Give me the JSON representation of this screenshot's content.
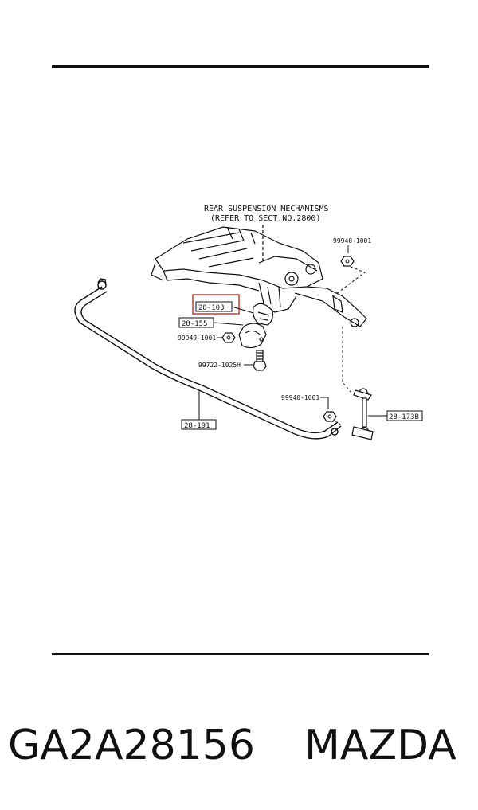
{
  "diagram": {
    "reference_note": {
      "line1": "REAR SUSPENSION MECHANISMS",
      "line2": "(REFER TO SECT.NO.2800)"
    },
    "callouts": {
      "nut_upper_right": "99940-1001",
      "bushing": "28-103",
      "bracket": "28-155",
      "nut_left": "99940-1001",
      "bolt": "99722-1025H",
      "nut_lower": "99940-1001",
      "stabilizer_bar": "28-191",
      "control_link": "28-173B"
    },
    "highlight_color": "#e0403a"
  },
  "caption": {
    "part_number": "GA2A28156",
    "brand": "MAZDA"
  }
}
